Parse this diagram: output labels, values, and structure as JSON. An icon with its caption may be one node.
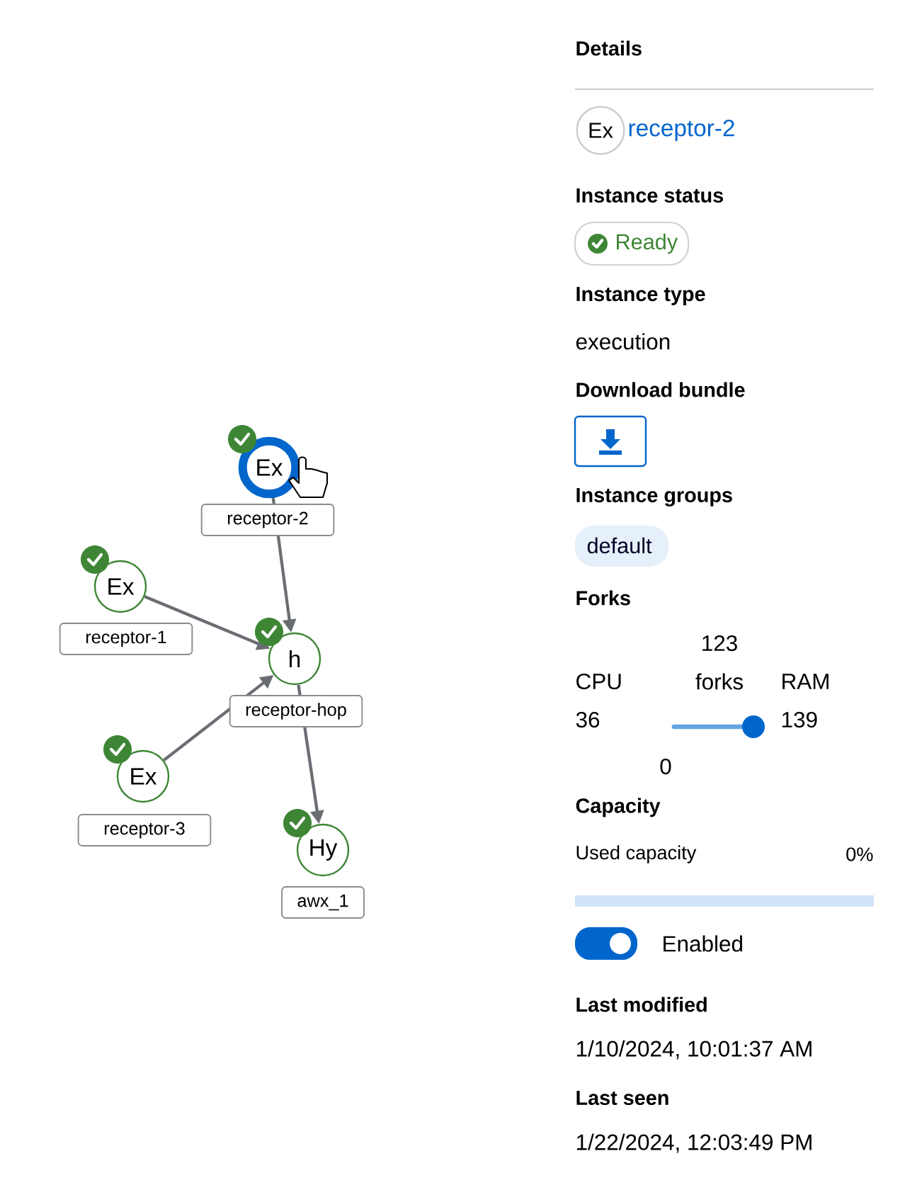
{
  "diagram": {
    "nodes": [
      {
        "text": [
          "Ex"
        ],
        "beside": [
          "receptor-2"
        ]
      },
      {
        "text": [
          "Ex"
        ],
        "beside": [
          "receptor-1"
        ]
      },
      {
        "text": [
          "h"
        ],
        "beside": [
          "receptor-hop"
        ]
      },
      {
        "text": [
          "Ex"
        ],
        "beside": [
          "receptor-3"
        ]
      },
      {
        "text": [
          "Hy"
        ],
        "beside": [
          "awx_1"
        ]
      },
      {
        "text": [
          "Ex"
        ],
        "beside": [
          "receptor-2"
        ]
      }
    ],
    "edges": [
      {
        "from": 0,
        "to": 2,
        "arrow": "to"
      },
      {
        "from": 1,
        "to": 2,
        "arrow": "to"
      },
      {
        "from": 3,
        "to": 2,
        "arrow": "to"
      },
      {
        "from": 2,
        "to": 4,
        "arrow": "to"
      }
    ],
    "labels": [
      "Details",
      "Instance status",
      "Ready",
      "Instance type",
      "execution",
      "Download bundle",
      "Instance groups",
      "default",
      "Forks",
      "123",
      "CPU",
      "forks",
      "RAM",
      "36",
      "139",
      "0",
      "Capacity",
      "Used capacity",
      "0%",
      "Enabled",
      "Last modified",
      "1/10/2024, 10:01:37 AM",
      "Last seen",
      "1/22/2024, 12:03:49 PM"
    ]
  }
}
